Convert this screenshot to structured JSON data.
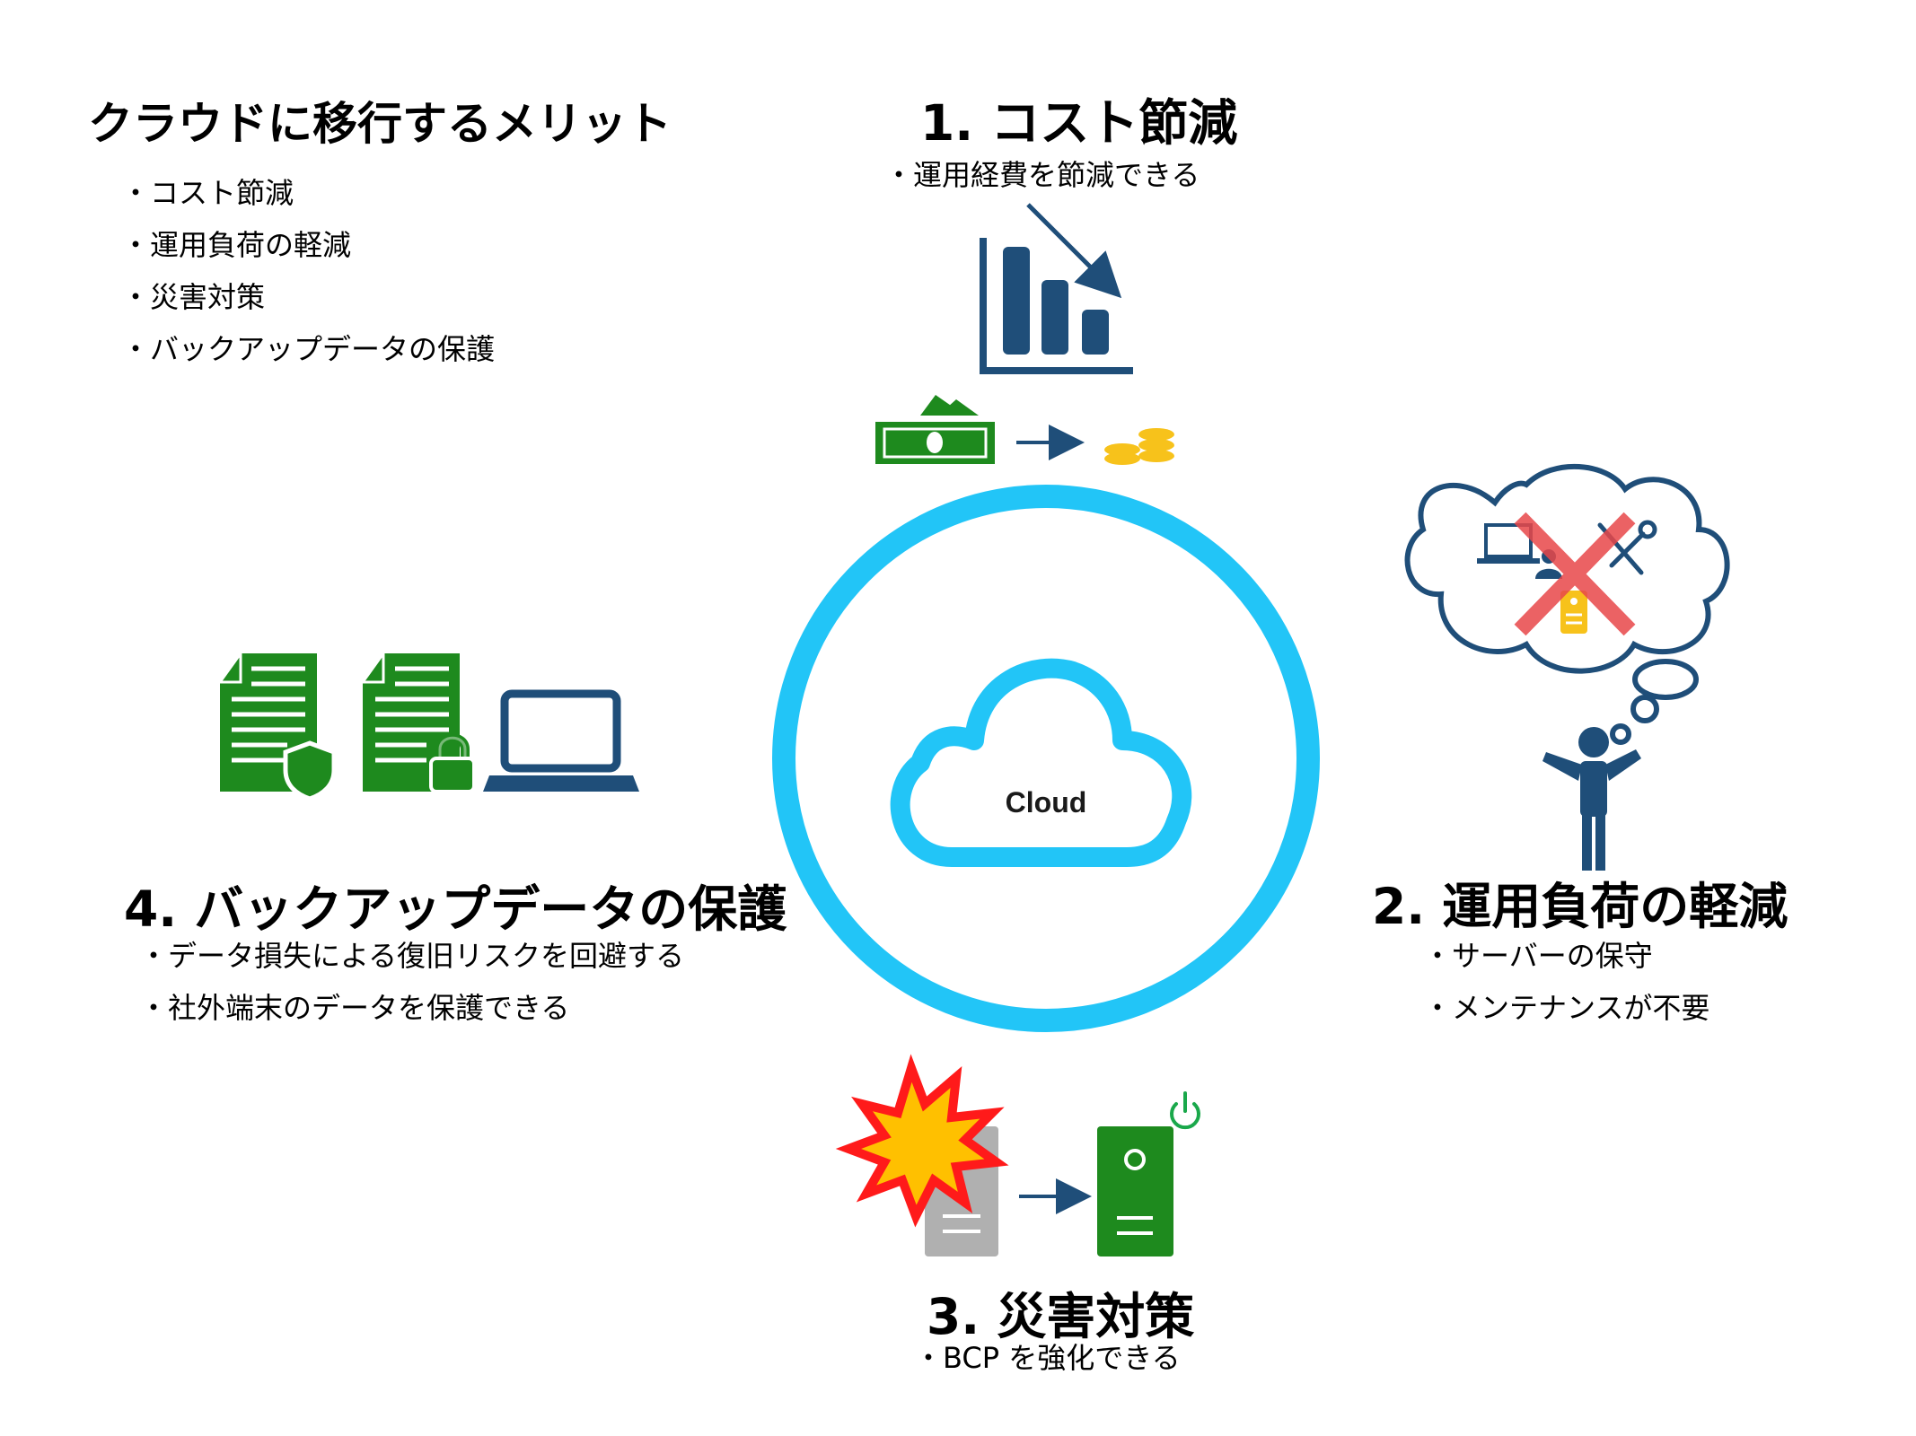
{
  "title": "クラウドに移行するメリット",
  "summary_list": [
    "コスト節減",
    "運用負荷の軽減",
    "災害対策",
    "バックアップデータの保護"
  ],
  "center": {
    "label": "Cloud"
  },
  "sections": [
    {
      "heading": "1. コスト節減",
      "bullets": [
        "運用経費を節減できる"
      ]
    },
    {
      "heading": "2. 運用負荷の軽減",
      "bullets": [
        "サーバーの保守",
        "メンテナンスが不要"
      ]
    },
    {
      "heading": "3. 災害対策",
      "bullets": [
        "BCP を強化できる"
      ]
    },
    {
      "heading": "4. バックアップデータの保護",
      "bullets": [
        "データ損失による復旧リスクを回避する",
        "社外端末のデータを保護できる"
      ]
    }
  ],
  "icons": [
    "bar-chart-down-icon",
    "banknote-icon",
    "arrow-right-icon",
    "coins-icon",
    "thought-cloud-icon",
    "laptop-user-icon",
    "wrench-screwdriver-icon",
    "tag-icon",
    "red-x-icon",
    "person-icon",
    "broken-server-icon",
    "explosion-icon",
    "server-icon",
    "power-icon",
    "document-shield-icon",
    "document-lock-icon",
    "laptop-icon",
    "cloud-icon"
  ],
  "colors": {
    "ring": "#22c5f7",
    "navy": "#1f4e79",
    "green": "#1e8a1e",
    "red": "#e8474a",
    "yellow": "#f7c21b"
  }
}
